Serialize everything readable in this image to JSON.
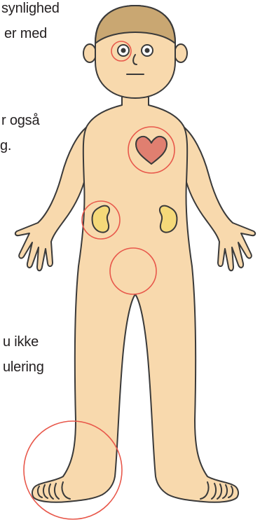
{
  "text_fragments": {
    "line_1": "synlighed",
    "line_2": "er med",
    "line_3": "r også",
    "line_4": "g.",
    "line_5": "u ikke",
    "line_6": "ulering"
  },
  "figure": {
    "skin_color": "#f8d9ad",
    "hair_color": "#c9a772",
    "outline_color": "#3a3a3a",
    "heart_color": "#e07f70",
    "kidney_color": "#f5d979",
    "marker_circle_color": "#e8584b",
    "markers": [
      "eye-marker",
      "heart-marker",
      "kidney-marker",
      "pelvis-marker",
      "foot-marker"
    ]
  }
}
